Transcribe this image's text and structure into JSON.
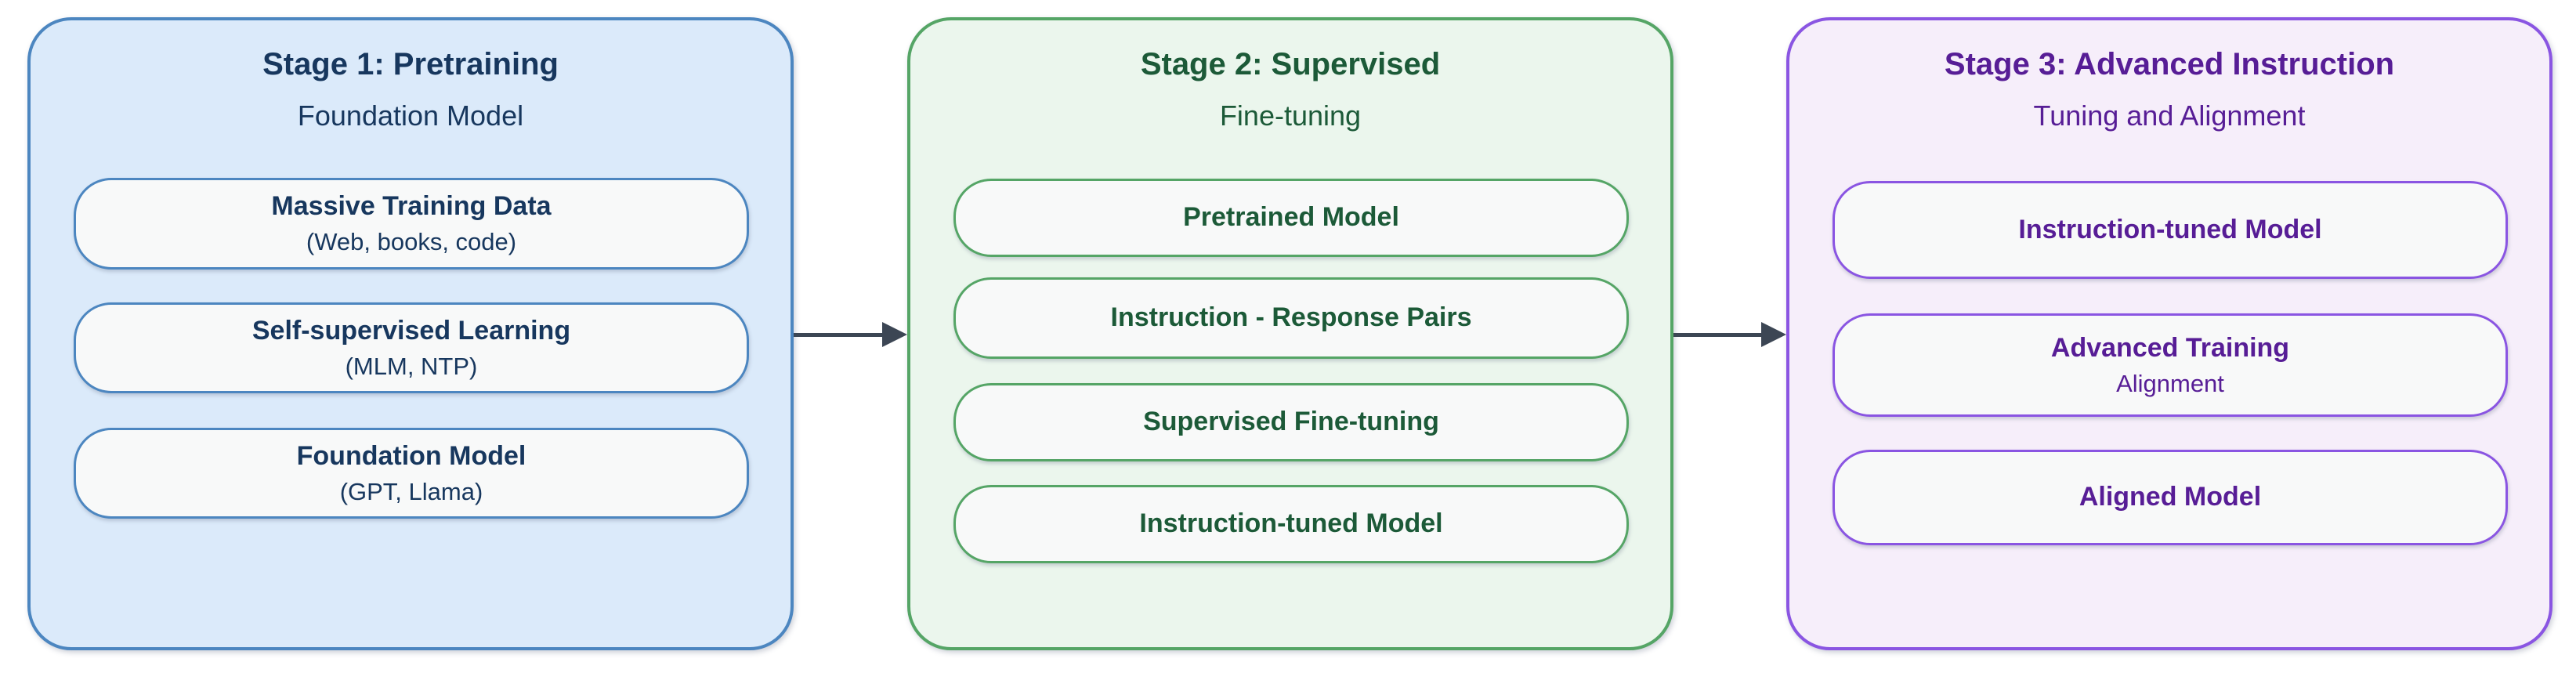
{
  "diagram": {
    "background_color": "#ffffff",
    "arrow_color": "#3c4654",
    "stages": [
      {
        "title": "Stage 1: Pretraining",
        "subtitle": "Foundation Model",
        "accent_color": "#4c86c0",
        "fill_color": "#dbeafa",
        "text_color": "#17375e",
        "boxes": [
          {
            "title": "Massive Training Data",
            "subtitle": "(Web, books, code)"
          },
          {
            "title": "Self-supervised Learning",
            "subtitle": "(MLM, NTP)"
          },
          {
            "title": "Foundation Model",
            "subtitle": "(GPT, Llama)"
          }
        ]
      },
      {
        "title": "Stage 2: Supervised",
        "subtitle": "Fine-tuning",
        "accent_color": "#55a566",
        "fill_color": "#ebf6ed",
        "text_color": "#1c5a38",
        "boxes": [
          {
            "title": "Pretrained Model"
          },
          {
            "title": "Instruction - Response Pairs"
          },
          {
            "title": "Supervised Fine-tuning"
          },
          {
            "title": "Instruction-tuned Model"
          }
        ]
      },
      {
        "title": "Stage 3: Advanced Instruction",
        "subtitle": "Tuning and Alignment",
        "accent_color": "#8a55e2",
        "fill_color": "#f6eefa",
        "text_color": "#571d96",
        "boxes": [
          {
            "title": "Instruction-tuned Model"
          },
          {
            "title": "Advanced Training",
            "subtitle": "Alignment"
          },
          {
            "title": "Aligned Model"
          }
        ]
      }
    ]
  }
}
